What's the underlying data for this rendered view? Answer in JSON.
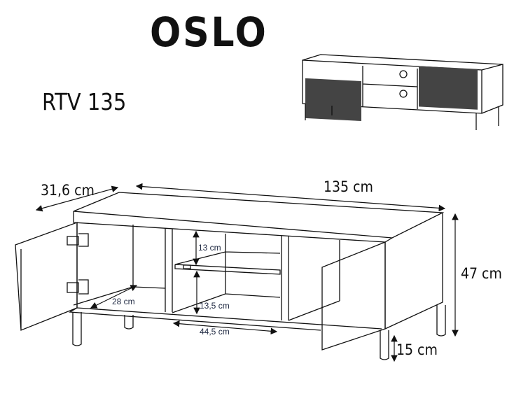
{
  "title": "OSLO",
  "model": "RTV 135",
  "dimensions": {
    "depth": "31,6 cm",
    "width": "135 cm",
    "height": "47 cm",
    "leg_height": "15 cm",
    "shelf_upper": "13 cm",
    "shelf_lower": "13,5 cm",
    "inner_depth": "28 cm",
    "inner_width": "44,5 cm"
  }
}
